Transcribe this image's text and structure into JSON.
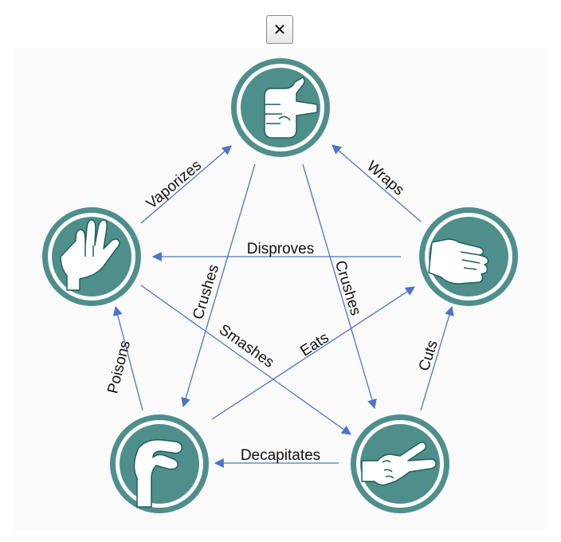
{
  "close_button": {
    "label": "✕"
  },
  "nodes": {
    "rock": {
      "icon": "fist-icon"
    },
    "lizard": {
      "icon": "lizard-hand-icon"
    },
    "spock": {
      "icon": "vulcan-salute-icon"
    },
    "paper": {
      "icon": "flat-hand-icon"
    },
    "scissors": {
      "icon": "scissors-hand-icon"
    }
  },
  "edges": {
    "vaporizes": "Vaporizes",
    "wraps": "Wraps",
    "disproves": "Disproves",
    "crushes_left": "Crushes",
    "crushes_right": "Crushes",
    "smashes": "Smashes",
    "eats": "Eats",
    "poisons": "Poisons",
    "cuts": "Cuts",
    "decapitates": "Decapitates"
  },
  "colors": {
    "teal": "#4f8f8b",
    "teal_dark": "#1f5d5e",
    "arrow": "#4a74c9"
  }
}
